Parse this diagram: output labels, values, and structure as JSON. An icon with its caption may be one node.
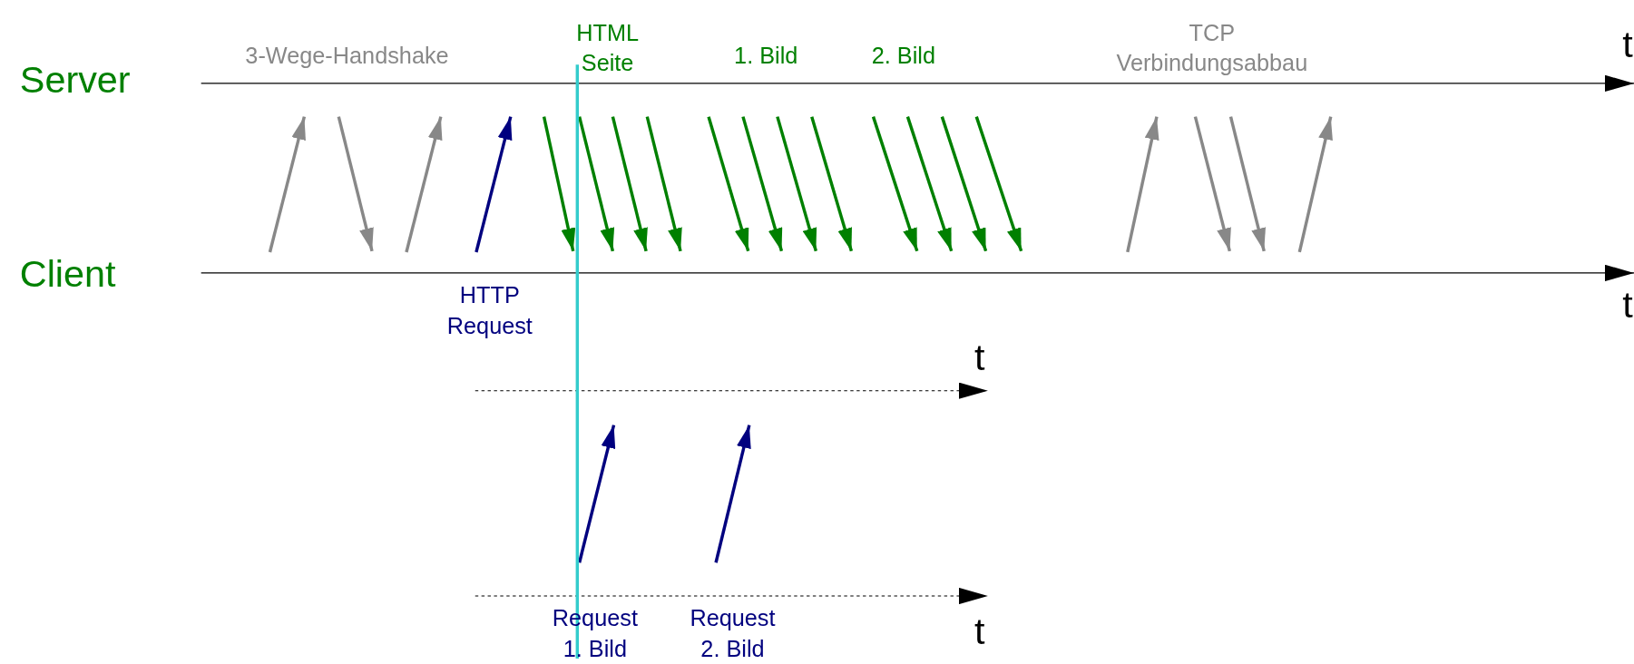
{
  "diagram": {
    "labels": [
      "HTML Seite",
      "TCP Verbindungsabbau",
      "3-Wege-Handshake",
      "1. Bild",
      "2. Bild",
      "t",
      "Server",
      "Client",
      "t",
      "HTTP Request",
      "t",
      "t",
      "Request 1. Bild",
      "Request 2. Bild"
    ]
  }
}
